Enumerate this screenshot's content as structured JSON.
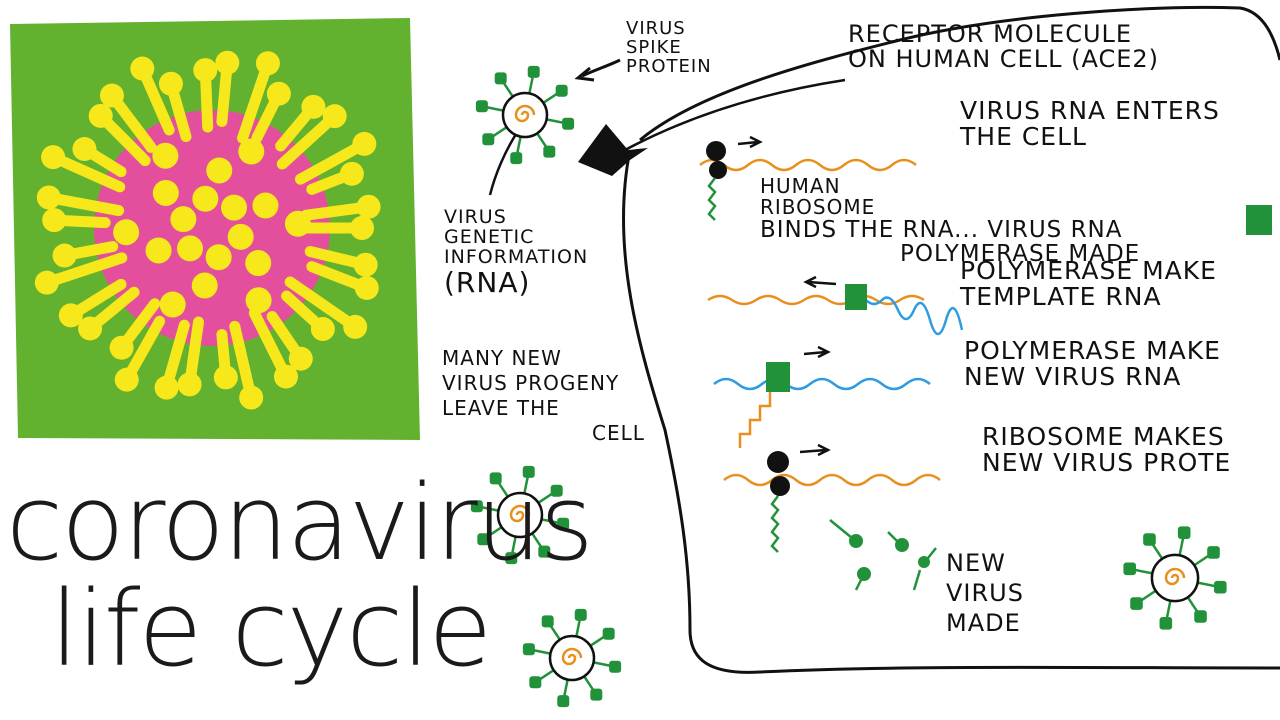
{
  "title": {
    "line1": "coronavirus",
    "line2": "life cycle"
  },
  "labels": {
    "spike_protein": [
      "VIRUS",
      "SPIKE",
      "PROTEIN"
    ],
    "receptor": [
      "RECEPTOR MOLECULE",
      "ON HUMAN CELL (ACE2)"
    ],
    "genetic_info": [
      "VIRUS",
      "GENETIC",
      "INFORMATION",
      "(RNA)"
    ],
    "rna_enters": [
      "VIRUS RNA ENTERS",
      "THE CELL"
    ],
    "ribosome_binds": [
      "HUMAN",
      "RIBOSOME",
      "BINDS THE RNA... VIRUS RNA",
      "POLYMERASE MADE"
    ],
    "template_rna": [
      "POLYMERASE MAKE",
      "TEMPLATE RNA"
    ],
    "new_rna": [
      "POLYMERASE MAKE",
      "NEW VIRUS RNA"
    ],
    "ribosome_makes": [
      "RIBOSOME MAKES",
      "NEW VIRUS PROTE"
    ],
    "progeny": [
      "MANY NEW",
      "VIRUS PROGENY",
      "LEAVE THE",
      "CELL"
    ],
    "new_virus": [
      "NEW",
      "VIRUS",
      "MADE"
    ]
  },
  "colors": {
    "panel_green": "#62b22f",
    "virion_pink": "#e34f9c",
    "spike_yellow": "#f7e81c",
    "rna_orange": "#e8901e",
    "rna_blue": "#2f9be0",
    "protein_green": "#22923a",
    "ink": "#111111"
  }
}
